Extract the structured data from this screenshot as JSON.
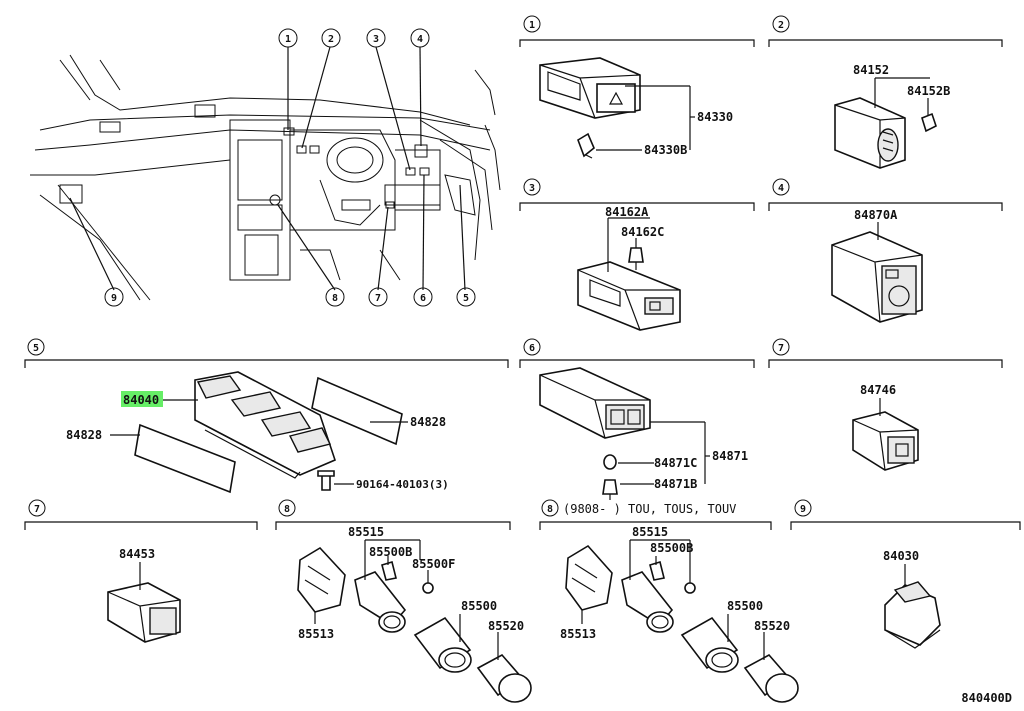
{
  "callouts": [
    "1",
    "2",
    "3",
    "4",
    "5",
    "6",
    "7",
    "8",
    "9"
  ],
  "sections": {
    "s1": {
      "callout": "1"
    },
    "s2": {
      "callout": "2"
    },
    "s3": {
      "callout": "3"
    },
    "s4": {
      "callout": "4"
    },
    "s5": {
      "callout": "5"
    },
    "s6": {
      "callout": "6"
    },
    "s7a": {
      "callout": "7"
    },
    "s7b": {
      "callout": "7"
    },
    "s8a": {
      "callout": "8"
    },
    "s8b": {
      "callout": "8",
      "note": "(9808-      ) TOU, TOUS, TOUV"
    },
    "s9": {
      "callout": "9"
    }
  },
  "parts": {
    "p84330": "84330",
    "p84330B": "84330B",
    "p84152": "84152",
    "p84152B": "84152B",
    "p84162A": "84162A",
    "p84162C": "84162C",
    "p84870A": "84870A",
    "p84040": "84040",
    "p84828a": "84828",
    "p84828b": "84828",
    "p90164": "90164-40103(3)",
    "p84871": "84871",
    "p84871C": "84871C",
    "p84871B": "84871B",
    "p84746": "84746",
    "p84453": "84453",
    "a85515": "85515",
    "a85500B": "85500B",
    "a85500F": "85500F",
    "a85513": "85513",
    "a85500": "85500",
    "a85520": "85520",
    "b85515": "85515",
    "b85500B": "85500B",
    "b85513": "85513",
    "b85500": "85500",
    "b85520": "85520",
    "p84030": "84030"
  },
  "diagram_code": "840400D",
  "colors": {
    "highlight": "#66ee66",
    "ink": "#111111"
  }
}
